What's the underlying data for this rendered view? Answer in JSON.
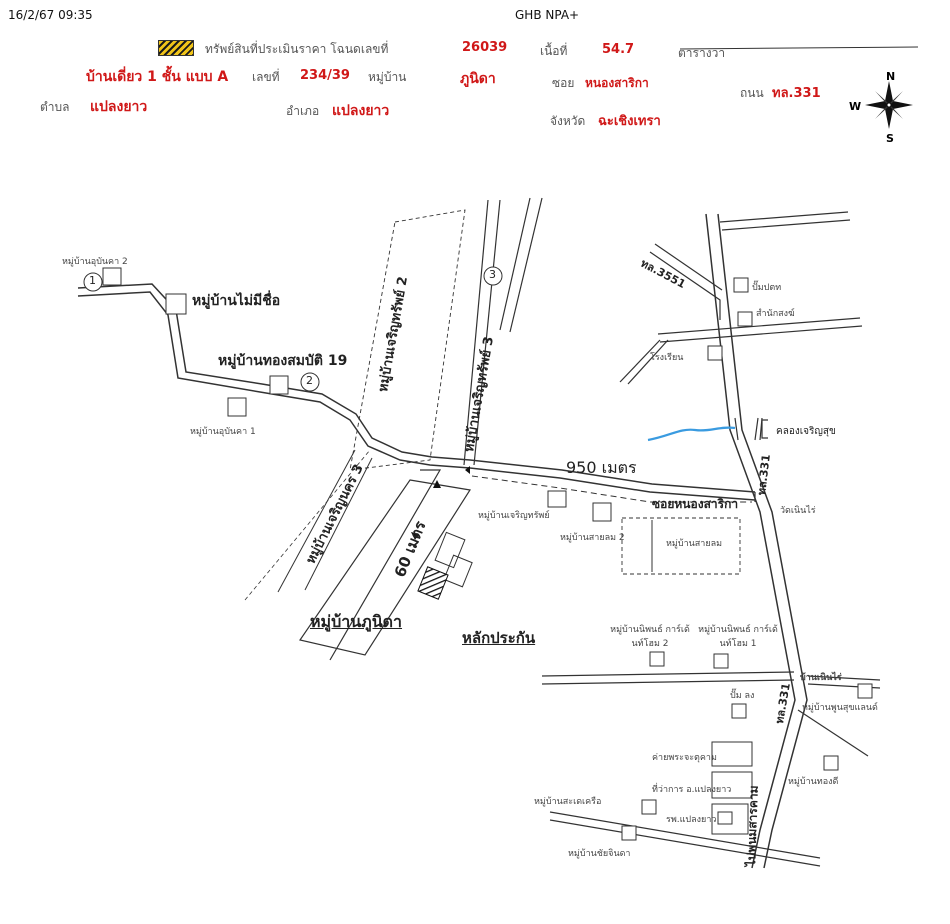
{
  "header": {
    "datetime": "16/2/67 09:35",
    "title": "GHB NPA+"
  },
  "info": {
    "asset_label": "ทรัพย์สินที่ประเมินราคา โฉนดเลขที่",
    "deed_no": "26039",
    "area_label": "เนื้อที่",
    "area_value": "54.7",
    "area_unit": "ตารางวา",
    "property_type": "บ้านเดี่ยว 1 ชั้น แบบ A",
    "house_no_label": "เลขที่",
    "house_no": "234/39",
    "village_label": "หมู่บ้าน",
    "village": "ภูนิดา",
    "soi_label": "ซอย",
    "soi": "หนองสาริกา",
    "road_label": "ถนน",
    "road": "ทล.331",
    "subdistrict_label": "ตำบล",
    "subdistrict": "แปลงยาว",
    "district_label": "อำเภอ",
    "district": "แปลงยาว",
    "province_label": "จังหวัด",
    "province": "ฉะเชิงเทรา"
  },
  "compass": {
    "n": "N",
    "w": "W",
    "s": "S"
  },
  "map": {
    "village_ubonka_2": "หมู่บ้านอุบันคา 2",
    "village_unnamed": "หมู่บ้านไม่มีชื่อ",
    "village_thongsombat": "หมู่บ้านทองสมบัติ 19",
    "village_ubonka_1": "หมู่บ้านอุบันคา 1",
    "village_charoensap_2": "หมู่บ้านเจริญทรัพย์ 2",
    "village_charoensap_3": "หมู่บ้านเจริญทรัพย์ 3",
    "village_charoennakorn_3": "หมู่บ้านเจริญนคร 3",
    "village_phunida": "หมู่บ้านภูนิดา",
    "collateral": "หลักประกัน",
    "dist_950": "950 เมตร",
    "dist_60": "60 เมตร",
    "canal": "คลองเจริญสุข",
    "soi_nongsarika": "ซอยหนองสาริกา",
    "wat_noen_rai": "วัดเนินไร่",
    "route_3551": "ทล.3551",
    "route_331": "ทล.331",
    "to_phanom_sarakham": "ไปพนมสารคาม",
    "ban_noen_rai": "บ้านเนินไร่",
    "pump_station": "ปั๊มปตท",
    "office_left": "สำนักสงฆ์",
    "school_left": "โรงเรียน",
    "village_charoensap_b": "หมู่บ้านเจริญทรัพย์",
    "village_sailom_2": "หมู่บ้านสายลม 2",
    "village_sailom": "หมู่บ้านสายลม",
    "village_nipon_2": "หมู่บ้านนิพนธ์ การ์เด้นท์โฮม 2",
    "village_nipon_1": "หมู่บ้านนิพนธ์ การ์เด้นท์โฮม 1",
    "pump_ss": "ปั๊ม ลง",
    "village_phunsuk": "หมู่บ้านพูนสุขแลนด์",
    "camp_phra": "ค่ายพระจะตุคาม",
    "district_office": "ที่ว่าการ อ.แปลงยาว",
    "hospital": "รพ.แปลงยาว",
    "village_sanngen": "หมู่บ้านสะเดเครือ",
    "village_chaijinda": "หมู่บ้านชัยจินดา",
    "village_thonkdee": "หมู่บ้านทองดี",
    "mark_1": "1",
    "mark_2": "2",
    "mark_3": "3"
  }
}
